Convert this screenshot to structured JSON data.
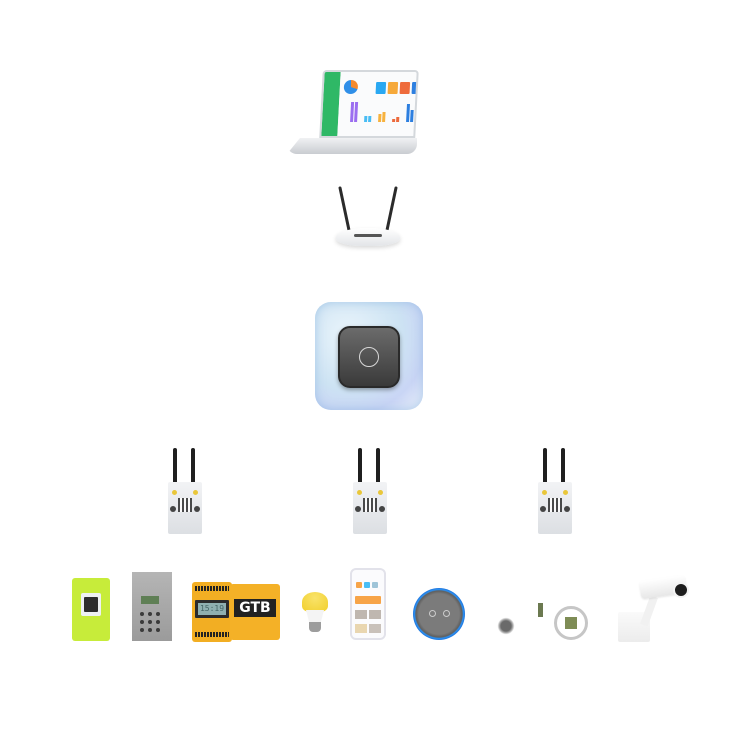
{
  "diagram": {
    "title": "",
    "layers": [
      {
        "id": "management",
        "label": "Management dashboard (laptop)"
      },
      {
        "id": "network",
        "label": "Wi-Fi router"
      },
      {
        "id": "hub",
        "label": "Central hub"
      },
      {
        "id": "gateways",
        "label": "Gateways",
        "count": 3
      },
      {
        "id": "devices",
        "label": "End devices",
        "count": 9
      }
    ],
    "devices": [
      {
        "name": "fingerprint-reader",
        "color": "#c7ec3a"
      },
      {
        "name": "door-intercom-keypad",
        "color": "#a8a8a8"
      },
      {
        "name": "plc-controller",
        "display": "15:19",
        "color": "#f2ae23"
      },
      {
        "name": "gtb-module",
        "label": "GTB",
        "color": "#f4b127"
      },
      {
        "name": "smart-bulb",
        "color": "#f1cf2c"
      },
      {
        "name": "smartphone-app"
      },
      {
        "name": "smart-speaker",
        "color": "#2b8ff0"
      },
      {
        "name": "sensors",
        "color": "#7e8c55"
      },
      {
        "name": "security-camera"
      }
    ]
  },
  "colors": {
    "background": "#ffffff",
    "dashboard_sidebar": "#2fb866",
    "hub_core": "#4a4a4a",
    "hub_shell": "#cde3f3"
  }
}
